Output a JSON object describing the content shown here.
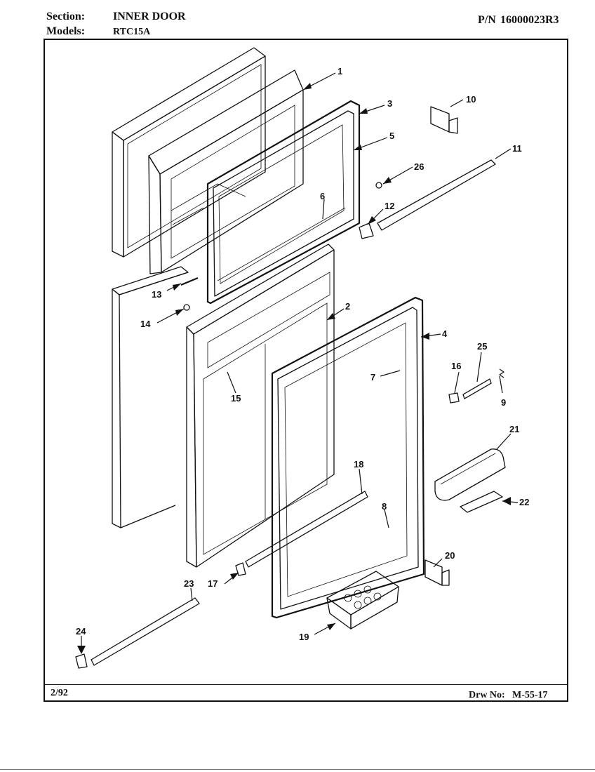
{
  "header": {
    "section_label": "Section:",
    "section_value": "INNER DOOR",
    "pn_label": "P/N",
    "pn_value": "16000023R3",
    "models_label": "Models:",
    "models_value": "RTC15A"
  },
  "footer": {
    "date": "2/92",
    "drw_label": "Drw No:",
    "drw_value": "M-55-17"
  },
  "callouts": {
    "c1": "1",
    "c2": "2",
    "c3": "3",
    "c4": "4",
    "c5": "5",
    "c6": "6",
    "c7": "7",
    "c8": "8",
    "c9": "9",
    "c10": "10",
    "c11": "11",
    "c12": "12",
    "c13": "13",
    "c14": "14",
    "c15": "15",
    "c16": "16",
    "c17": "17",
    "c18": "18",
    "c19": "19",
    "c20": "20",
    "c21": "21",
    "c22": "22",
    "c23": "23",
    "c24": "24",
    "c25": "25",
    "c26": "26"
  }
}
